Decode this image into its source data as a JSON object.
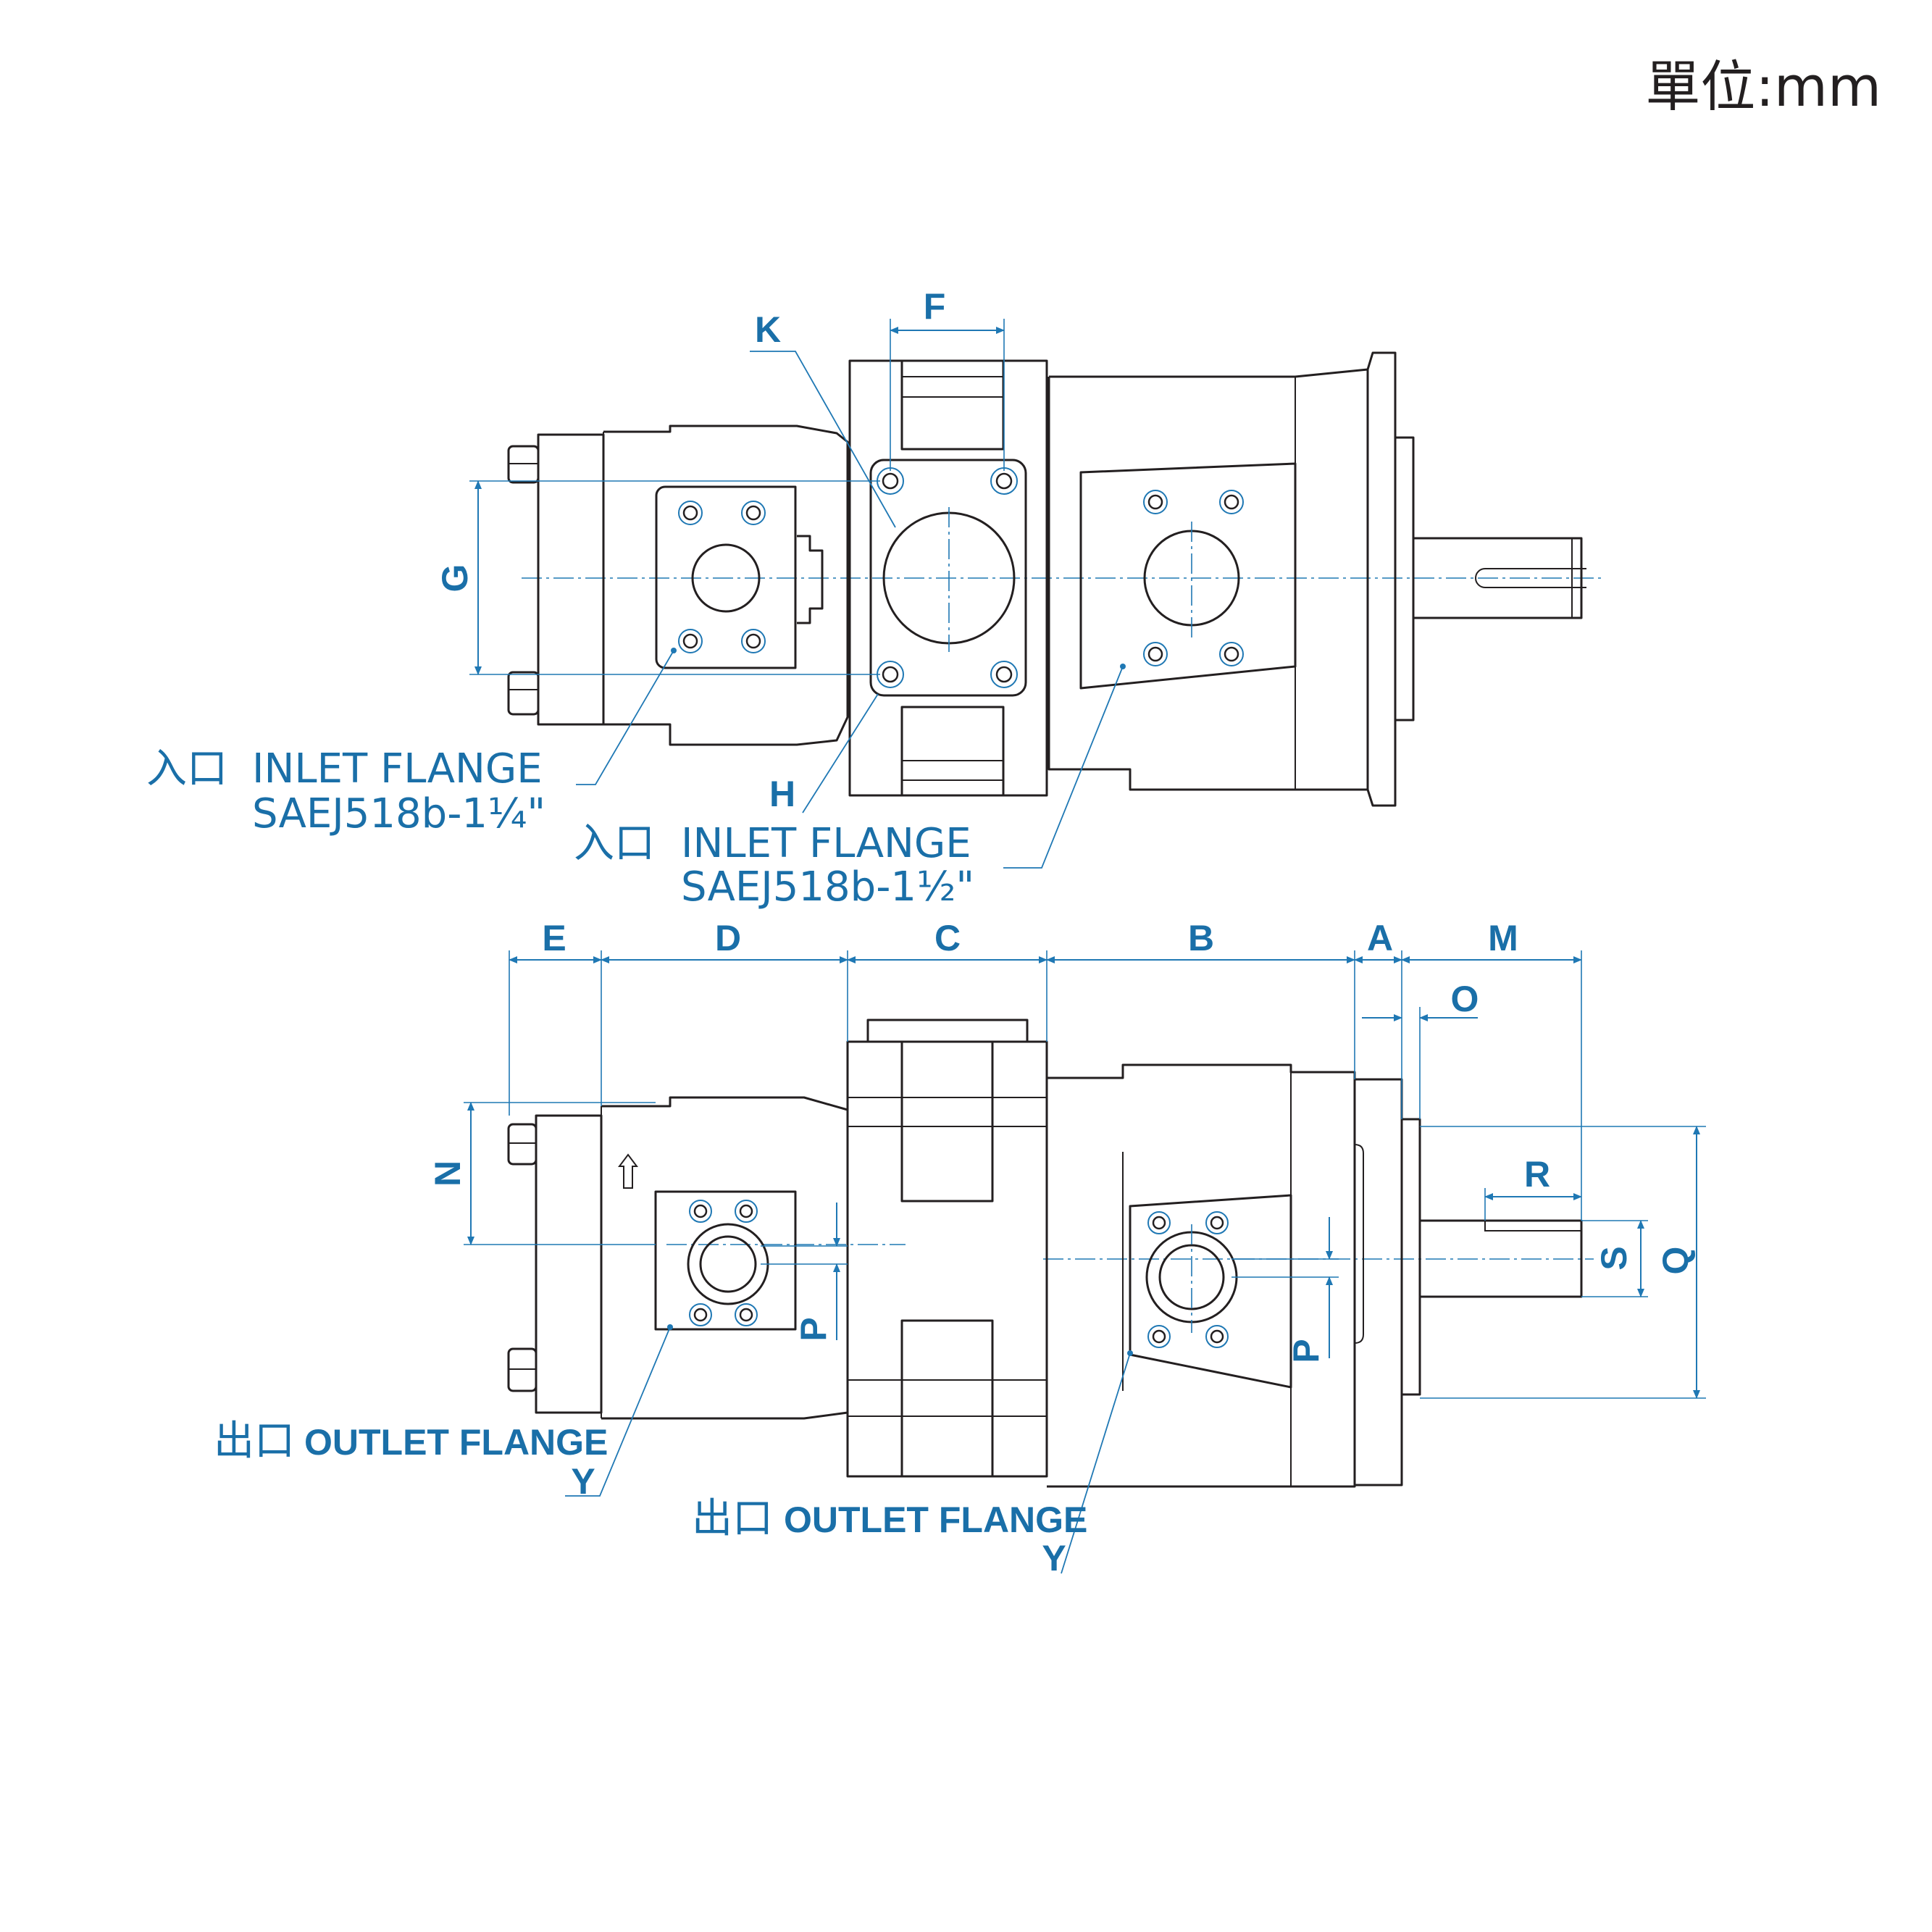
{
  "unit_label": "單位:mm",
  "dimensions": {
    "A": "A",
    "B": "B",
    "C": "C",
    "D": "D",
    "E": "E",
    "F": "F",
    "G": "G",
    "H": "H",
    "K": "K",
    "M": "M",
    "N": "N",
    "O": "O",
    "P": "P",
    "Q": "Q",
    "R": "R",
    "S": "S",
    "Y": "Y"
  },
  "callouts": {
    "inlet_small": {
      "cn": "入口",
      "en": "INLET FLANGE",
      "spec": "SAEJ518b-1¼\""
    },
    "inlet_large": {
      "cn": "入口",
      "en": "INLET FLANGE",
      "spec": "SAEJ518b-1½\""
    },
    "outlet_left": {
      "cn": "出口",
      "en": "OUTLET FLANGE",
      "ref": "Y"
    },
    "outlet_right": {
      "cn": "出口",
      "en": "OUTLET FLANGE",
      "ref": "Y"
    }
  },
  "colors": {
    "outline": "#231f20",
    "dimension": "#1a6fa8"
  }
}
